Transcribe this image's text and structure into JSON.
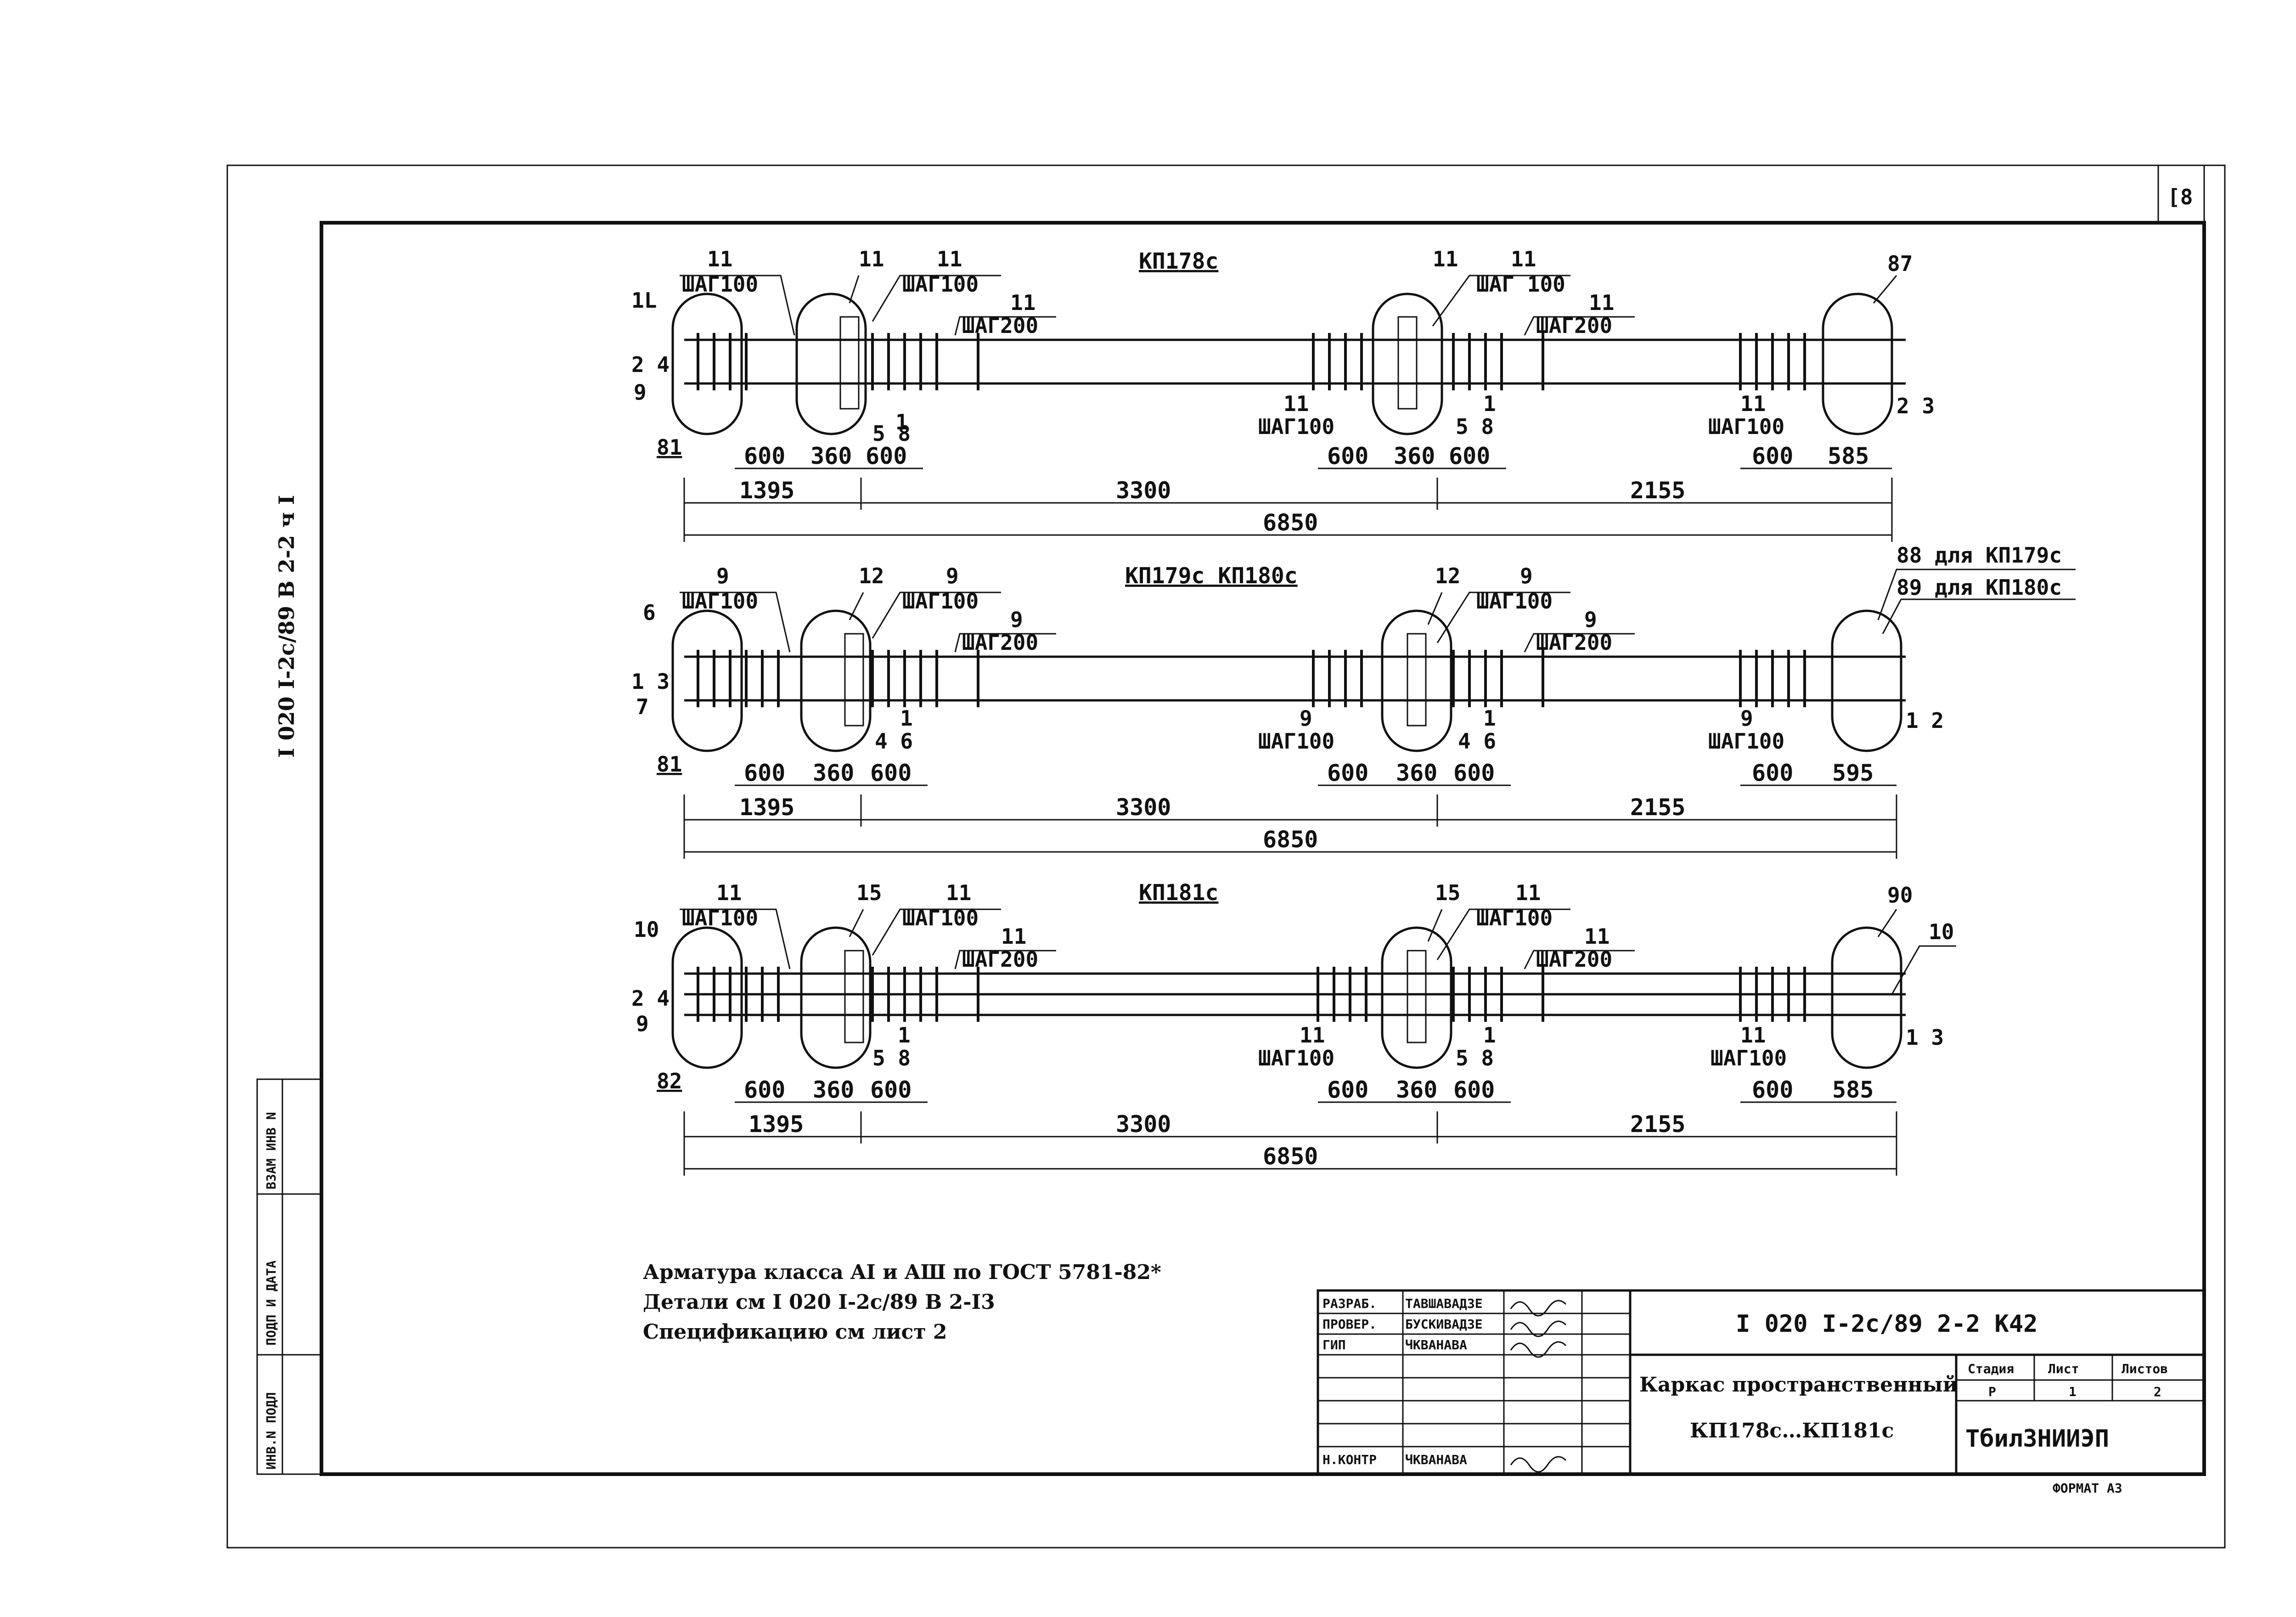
{
  "sheet_number": "[8",
  "side_code": "I 020 I-2c/89 В 2-2 ч I",
  "side_columns": [
    "ИНВ.N ПОДЛ",
    "ПОДП И ДАТА",
    "ВЗАМ ИНВ N"
  ],
  "cages": [
    {
      "title": "КП178с",
      "left_rod_group": "11",
      "left_rod_step": "ШАГ100",
      "mid1_group": "11",
      "mid1_step": "ШАГ100",
      "far_group": "11",
      "far_step": "ШАГ200",
      "mid2_group": "11",
      "mid2_step": "ШАГ 100",
      "far2_group": "11",
      "far2_step": "ШАГ200",
      "end_mark_top": "87",
      "left_mark_top": "1L",
      "left_labels": "2 4",
      "left_label_low": "9",
      "left_mark_bottom": "81",
      "mid1_bottom_labels": "5 8",
      "mid1_bottom_one": "1",
      "mid2_step_bottom_group": "11",
      "mid2_step_bottom": "ШАГ100",
      "mid2_bottom_labels": "5 8",
      "mid2_bottom_one": "1",
      "end_step_bottom_group": "11",
      "end_step_bottom": "ШАГ100",
      "end_right_labels": "2 3",
      "small_dims_1": [
        "600",
        "360",
        "600"
      ],
      "small_dims_2": [
        "600",
        "360",
        "600"
      ],
      "small_dims_3": [
        "600",
        "585"
      ],
      "main_dims": [
        "1395",
        "3300",
        "2155"
      ],
      "total_dim": "6850"
    },
    {
      "title": "КП179с КП180с",
      "left_rod_group": "9",
      "left_rod_step": "ШАГ100",
      "mid1_group": "9",
      "mid1_step": "ШАГ100",
      "far_group": "9",
      "far_step": "ШАГ200",
      "mid1_top_mark": "12",
      "mid2_top_mark": "12",
      "mid2_group": "9",
      "mid2_step": "ШАГ100",
      "far2_group": "9",
      "far2_step": "ШАГ200",
      "end_mark_top": "88 для КП179с",
      "end_mark_top2": "89 для КП180с",
      "left_mark_top": "6",
      "left_labels": "1 3",
      "left_label_low": "7",
      "left_mark_bottom": "81",
      "mid1_bottom_labels": "4 6",
      "mid1_bottom_one": "1",
      "mid2_step_bottom_group": "9",
      "mid2_step_bottom": "ШАГ100",
      "mid2_bottom_labels": "4 6",
      "mid2_bottom_one": "1",
      "end_step_bottom_group": "9",
      "end_step_bottom": "ШАГ100",
      "end_right_labels": "1 2",
      "small_dims_1": [
        "600",
        "360",
        "600"
      ],
      "small_dims_2": [
        "600",
        "360",
        "600"
      ],
      "small_dims_3": [
        "600",
        "595"
      ],
      "main_dims": [
        "1395",
        "3300",
        "2155"
      ],
      "total_dim": "6850"
    },
    {
      "title": "КП181с",
      "left_rod_group": "11",
      "left_rod_step": "ШАГ100",
      "mid1_group": "11",
      "mid1_step": "ШАГ100",
      "far_group": "11",
      "far_step": "ШАГ200",
      "mid1_top_mark": "15",
      "mid2_top_mark": "15",
      "mid2_group": "11",
      "mid2_step": "ШАГ100",
      "far2_group": "11",
      "far2_step": "ШАГ200",
      "end_mark_top": "90",
      "end_mark_right": "10",
      "left_mark_top": "10",
      "left_labels": "2 4",
      "left_label_low": "9",
      "left_mark_bottom": "82",
      "mid1_bottom_labels": "5 8",
      "mid1_bottom_one": "1",
      "mid2_step_bottom_group": "11",
      "mid2_step_bottom": "ШАГ100",
      "mid2_bottom_labels": "5 8",
      "mid2_bottom_one": "1",
      "end_step_bottom_group": "11",
      "end_step_bottom": "ШАГ100",
      "end_right_labels": "1 3",
      "small_dims_1": [
        "600",
        "360",
        "600"
      ],
      "small_dims_2": [
        "600",
        "360",
        "600"
      ],
      "small_dims_3": [
        "600",
        "585"
      ],
      "main_dims": [
        "1395",
        "3300",
        "2155"
      ],
      "total_dim": "6850"
    }
  ],
  "notes": [
    "Арматура класса AI и AШ по ГОСТ 5781-82*",
    "Детали см   I 020 I-2с/89 В 2-I3",
    "Спецификацию см лист 2"
  ],
  "title_block": {
    "roles": [
      "РАЗРАБ.",
      "ПРОВЕР.",
      "ГИП",
      "Н.КОНТР"
    ],
    "names": [
      "ТАВШАВАДЗЕ",
      "БУСКИВАДЗЕ",
      "ЧКВАНАВА",
      "ЧКВАНАВА"
    ],
    "doc_code": "I 020 I-2с/89 2-2 К42",
    "name_line1": "Каркас пространственный",
    "name_line2": "КП178с…КП181с",
    "col_headers": [
      "Стадия",
      "Лист",
      "Листов"
    ],
    "col_values": [
      "Р",
      "1",
      "2"
    ],
    "org": "ТбилЗНИИЭП",
    "format": "ФОРМАТ А3"
  }
}
